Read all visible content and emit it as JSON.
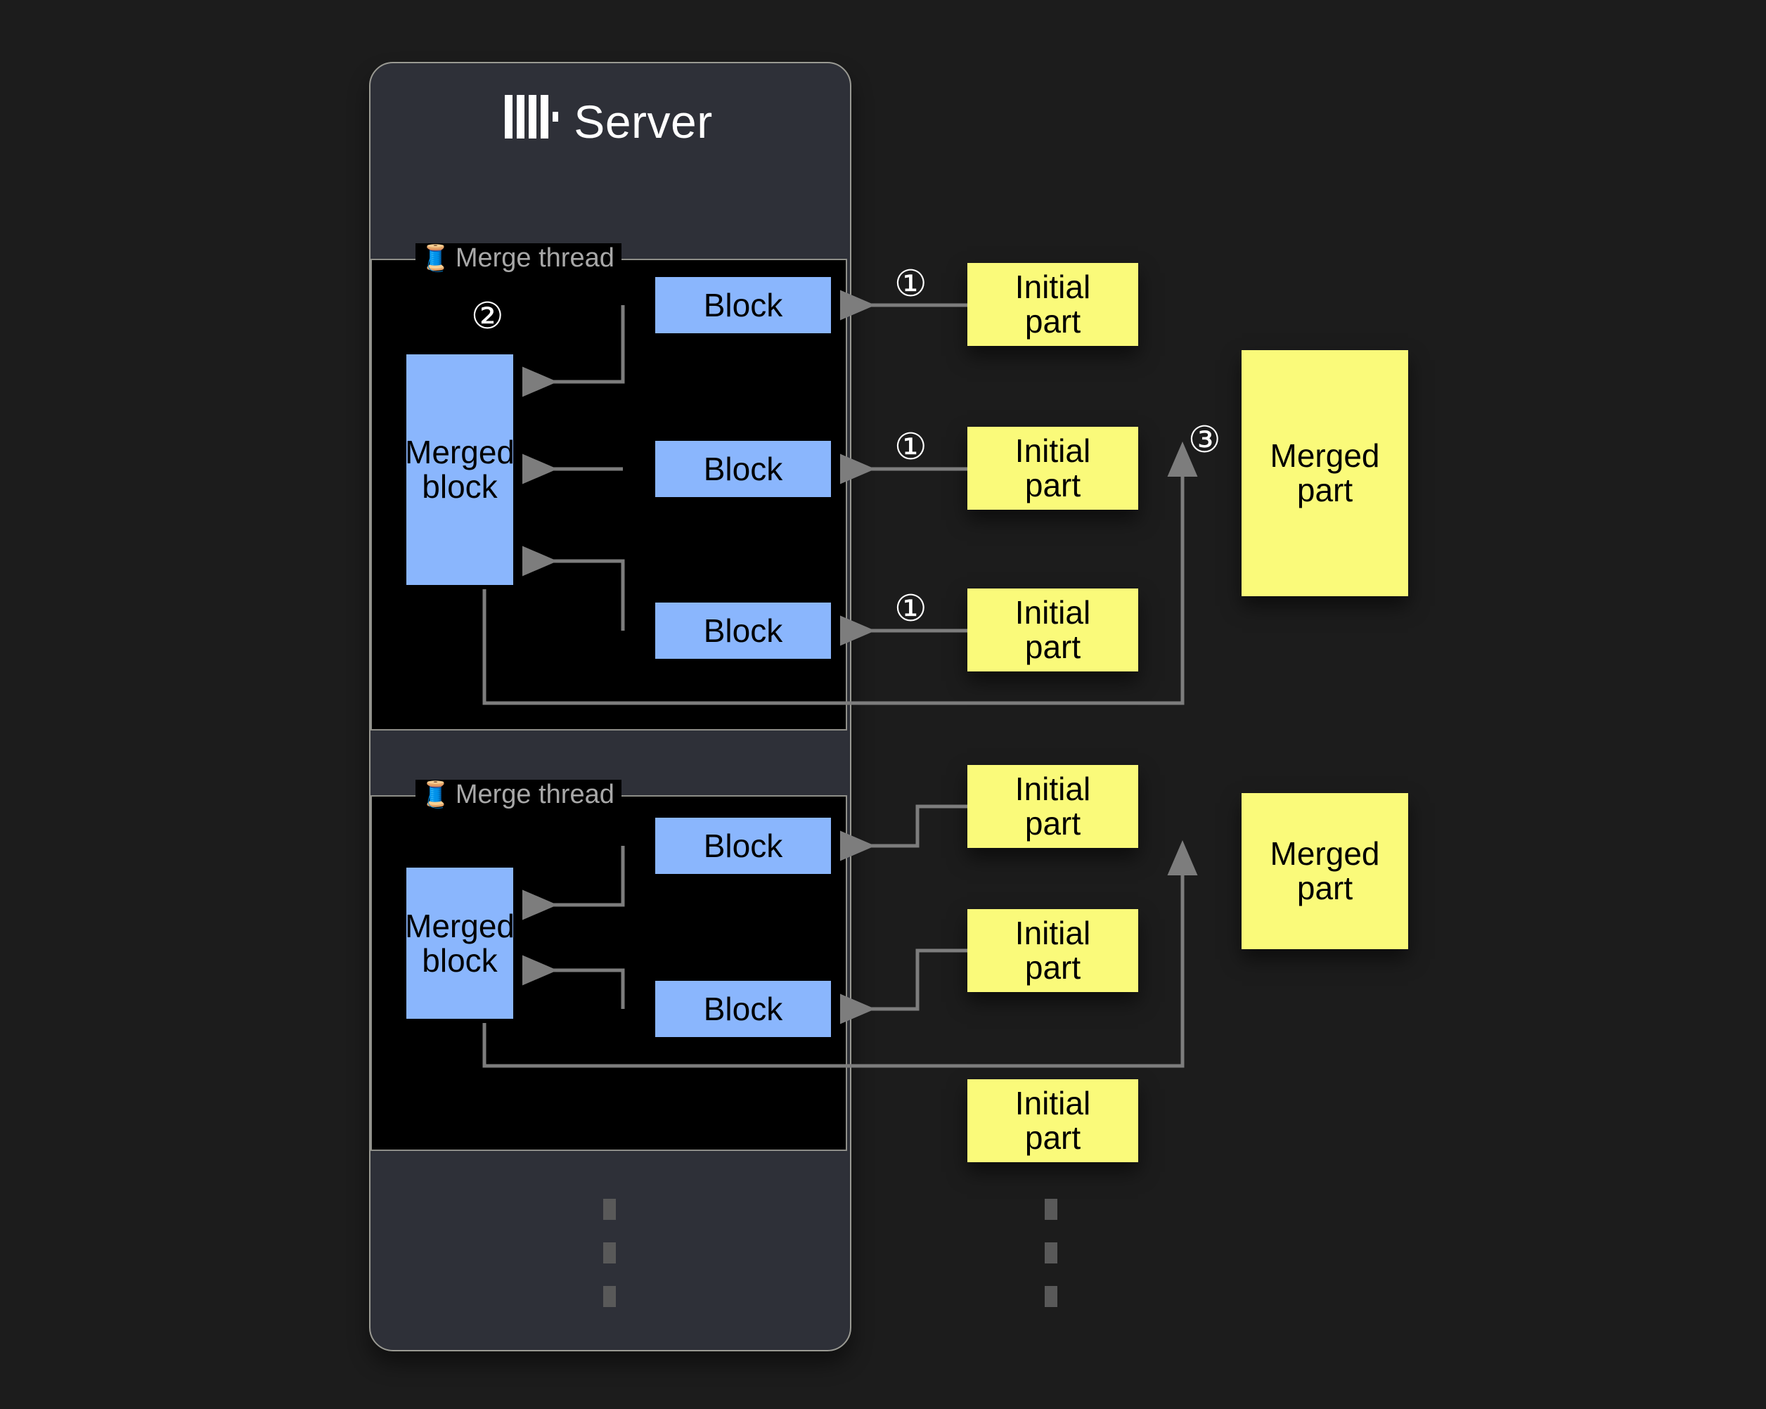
{
  "background_color": "#1c1c1c",
  "server": {
    "title": "Server",
    "logo_icon": "clickhouse-logo-icon",
    "card_color": "#2e3038",
    "border_color": "#9a9a93"
  },
  "palette": {
    "block_blue": "#8ab6fd",
    "part_yellow": "#fafa7a",
    "arrow_gray": "#7d7d7d",
    "thread_box_black": "#000000",
    "label_gray": "#a8a8a8"
  },
  "thread_groups": [
    {
      "label": "Merge thread",
      "icon": "thread-spool-icon",
      "merged_block_label": "Merged\nblock",
      "blocks": [
        "Block",
        "Block",
        "Block"
      ],
      "initial_parts": [
        "Initial\npart",
        "Initial\npart",
        "Initial\npart"
      ],
      "merged_part_label": "Merged\npart"
    },
    {
      "label": "Merge thread",
      "icon": "thread-spool-icon",
      "merged_block_label": "Merged\nblock",
      "blocks": [
        "Block",
        "Block"
      ],
      "initial_parts": [
        "Initial\npart",
        "Initial\npart"
      ],
      "merged_part_label": "Merged\npart"
    }
  ],
  "extra_initial_part": "Initial\npart",
  "steps": {
    "one": "①",
    "two": "②",
    "three": "③"
  },
  "step_markers": [
    {
      "id": "one-a",
      "symbol": "①"
    },
    {
      "id": "one-b",
      "symbol": "①"
    },
    {
      "id": "one-c",
      "symbol": "①"
    },
    {
      "id": "two",
      "symbol": "②"
    },
    {
      "id": "three",
      "symbol": "③"
    }
  ],
  "ellipsis": {
    "glyph": "vertical-ellipsis",
    "count": 3
  }
}
